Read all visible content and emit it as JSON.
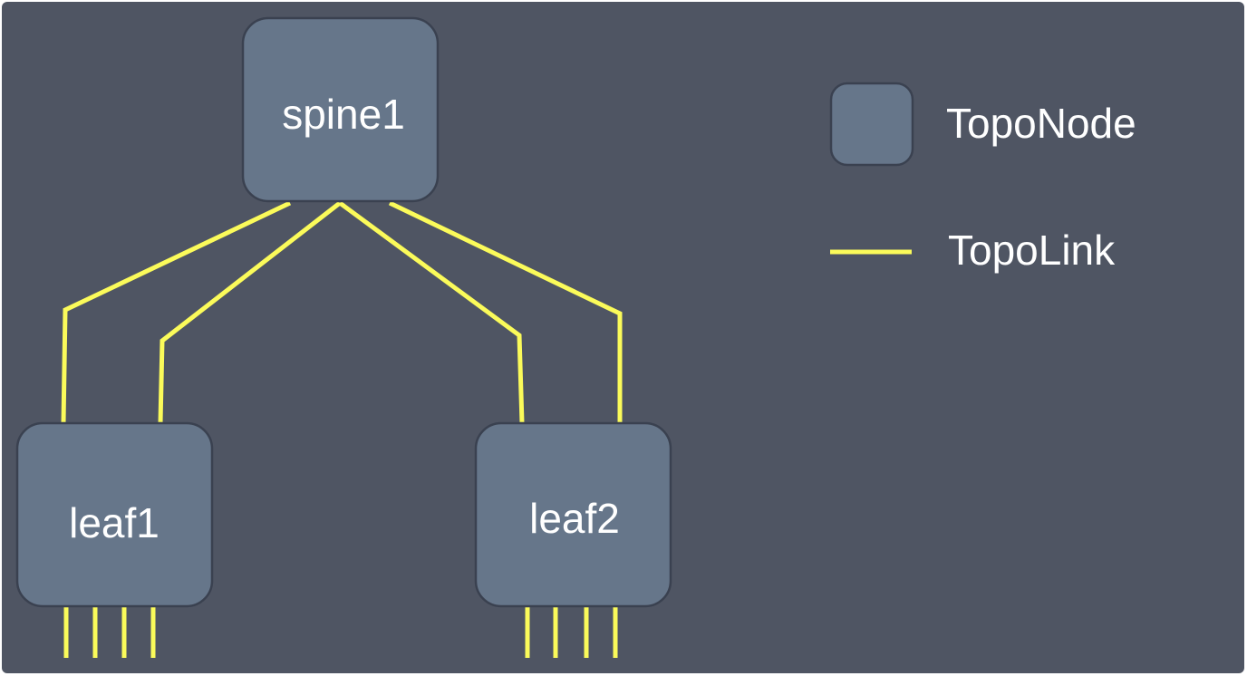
{
  "colors": {
    "background": "#4f5563",
    "node_fill": "#66768a",
    "node_border": "#3a4150",
    "link": "#fbfb5a",
    "text": "#ffffff"
  },
  "nodes": {
    "spine1": "spine1",
    "leaf1": "leaf1",
    "leaf2": "leaf2"
  },
  "legend": {
    "node_label": "TopoNode",
    "link_label": "TopoLink"
  }
}
